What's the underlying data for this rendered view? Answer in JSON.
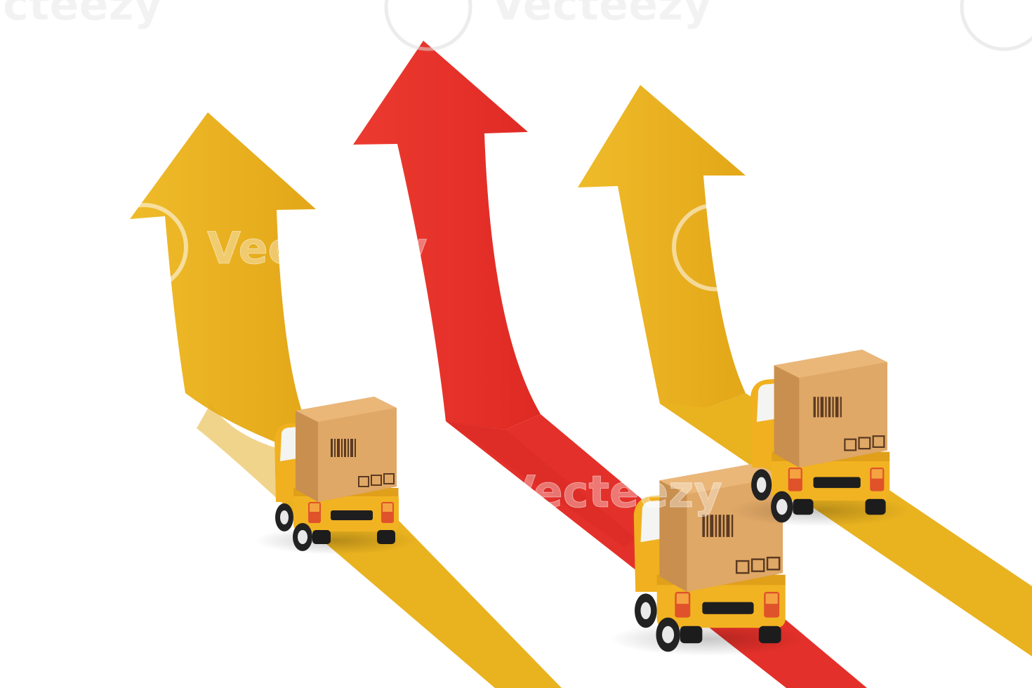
{
  "scene": {
    "description_tag": "three delivery trucks riding upward arrows",
    "colors": {
      "background": "#ffffff",
      "arrow_yellow": "#e9b21f",
      "arrow_yellow_shade": "#d89c12",
      "arrow_red": "#e8302a",
      "arrow_red_shade": "#c8221d",
      "truck_body": "#f2b322",
      "box": "#e0a866",
      "box_shade": "#c98f4f",
      "tail_light": "#e0522a"
    },
    "arrows": [
      {
        "id": "left",
        "color": "yellow"
      },
      {
        "id": "center",
        "color": "red"
      },
      {
        "id": "right",
        "color": "yellow"
      }
    ],
    "trucks": [
      {
        "id": "left-truck",
        "on_arrow": "left"
      },
      {
        "id": "center-truck",
        "on_arrow": "center"
      },
      {
        "id": "right-truck",
        "on_arrow": "right"
      }
    ]
  },
  "watermark": {
    "text": "Vecteezy",
    "partial_left": "cteezy",
    "logo_glyph": "V"
  }
}
